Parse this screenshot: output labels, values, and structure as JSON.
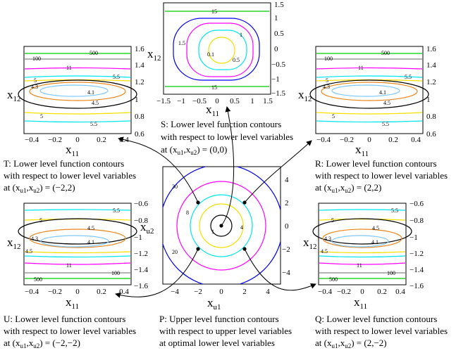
{
  "colors": {
    "green": "#00cc00",
    "grey": "#888888",
    "magenta": "#ff00ff",
    "cyan": "#00e5ee",
    "orange": "#e8871e",
    "yellow": "#f5e000",
    "blue": "#0000ee",
    "black": "#000000",
    "lightblue": "#7ec8ff"
  },
  "panels": {
    "S": {
      "title": "S: Lower level function contours",
      "line2": "with respect to lower level variables",
      "line3_pre": "at (x",
      "line3_sub1": "u1",
      "line3_mid": ",x",
      "line3_sub2": "u2",
      "line3_post": ") = (0,0)",
      "y_ticks": [
        "1.5",
        "1",
        "0.5",
        "0",
        "−0.5",
        "−1",
        "−1.5"
      ],
      "x_ticks": [
        "−1.5",
        "−1",
        "−0.5",
        "0",
        "0.5",
        "1",
        "1.5"
      ],
      "contour_labels": [
        "15",
        "15",
        "1.5",
        "1",
        "0.5",
        "0.1"
      ]
    },
    "T": {
      "title": "T: Lower level function contours",
      "line2": "with respect to lower level variables",
      "line3_pre": "at (x",
      "line3_sub1": "u1",
      "line3_mid": ",x",
      "line3_sub2": "u2",
      "line3_post": ") = (−2,2)",
      "y_ticks": [
        "1.6",
        "1.4",
        "1.2",
        "1",
        "0.8",
        "0.6"
      ],
      "x_ticks": [
        "−0.4",
        "−0.2",
        "0",
        "0.2",
        "0.4"
      ],
      "contour_labels": [
        "500",
        "100",
        "11",
        "5.5",
        "5",
        "4.3",
        "4.1",
        "4.5",
        "5",
        "5.5"
      ]
    },
    "R": {
      "title": "R: Lower level function contours",
      "line2": "with respect to lower level variables",
      "line3_pre": "at (x",
      "line3_sub1": "u1",
      "line3_mid": ",x",
      "line3_sub2": "u2",
      "line3_post": ") = (2,2)",
      "y_ticks": [
        "1.6",
        "1.4",
        "1.2",
        "1",
        "0.8",
        "0.6"
      ],
      "x_ticks": [
        "−0.4",
        "−0.2",
        "0",
        "0.2",
        "0.4"
      ],
      "contour_labels": [
        "500",
        "100",
        "11",
        "5.5",
        "5",
        "4.3",
        "4.1",
        "4.5",
        "5",
        "5.5"
      ]
    },
    "U": {
      "title": "U: Lower level function contours",
      "line2": "with respect to lower level variables",
      "line3_pre": "at (x",
      "line3_sub1": "u1",
      "line3_mid": ",x",
      "line3_sub2": "u2",
      "line3_post": ") = (−2,−2)",
      "y_ticks": [
        "−0.6",
        "−0.8",
        "−1",
        "−1.2",
        "−1.4",
        "−1.6"
      ],
      "x_ticks": [
        "−0.4",
        "−0.2",
        "0",
        "0.2",
        "0.4"
      ],
      "contour_labels": [
        "5.5",
        "5",
        "4.5",
        "4.3",
        "4.1",
        "4.5",
        "11",
        "100",
        "500"
      ]
    },
    "Q": {
      "title": "Q: Lower level function contours",
      "line2": "with respect to lower level variables",
      "line3_pre": "at (x",
      "line3_sub1": "u1",
      "line3_mid": ",x",
      "line3_sub2": "u2",
      "line3_post": ") = (2,−2)",
      "y_ticks": [
        "−0.6",
        "−0.8",
        "−1",
        "−1.2",
        "−1.4",
        "−1.6"
      ],
      "x_ticks": [
        "−0.4",
        "−0.2",
        "0",
        "0.2",
        "0.4"
      ],
      "contour_labels": [
        "5.5",
        "5",
        "4.5",
        "4.3",
        "4.1",
        "4.5",
        "11",
        "100",
        "500"
      ]
    },
    "P": {
      "title": "P: Upper level function contours",
      "line2": "with respect to upper level variables",
      "line3": "at optimal lower level variables",
      "y_ticks": [
        "4",
        "2",
        "0",
        "−2",
        "−4"
      ],
      "x_ticks": [
        "−4",
        "−2",
        "0",
        "2",
        "4"
      ],
      "contour_labels": [
        "30",
        "8",
        "4",
        "1",
        "20"
      ]
    }
  },
  "axis_labels": {
    "x_main": "x",
    "sub_11": "11",
    "sub_12": "12",
    "sub_u1": "u1",
    "sub_u2": "u2"
  }
}
